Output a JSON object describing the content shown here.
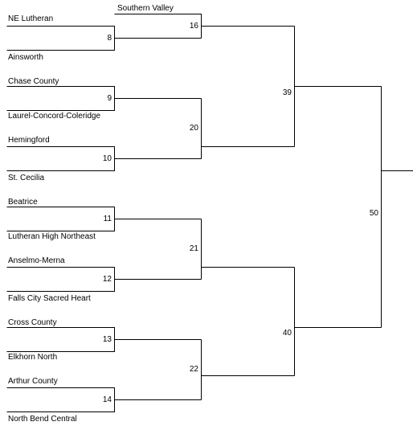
{
  "teams": [
    {
      "name": "NE Lutheran"
    },
    {
      "name": "Ainsworth"
    },
    {
      "name": "Chase County"
    },
    {
      "name": "Laurel-Concord-Coleridge"
    },
    {
      "name": "Hemingford"
    },
    {
      "name": "St. Cecilia"
    },
    {
      "name": "Beatrice"
    },
    {
      "name": "Lutheran High Northeast"
    },
    {
      "name": "Anselmo-Merna"
    },
    {
      "name": "Falls City Sacred Heart"
    },
    {
      "name": "Cross County"
    },
    {
      "name": "Elkhorn North"
    },
    {
      "name": "Arthur County"
    },
    {
      "name": "North Bend Central"
    },
    {
      "name": "Southern Valley"
    }
  ],
  "games": {
    "round1": [
      "8",
      "9",
      "10",
      "11",
      "12",
      "13",
      "14"
    ],
    "round2": [
      "16",
      "20",
      "21",
      "22"
    ],
    "semis": [
      "39",
      "40"
    ],
    "final": "50"
  }
}
